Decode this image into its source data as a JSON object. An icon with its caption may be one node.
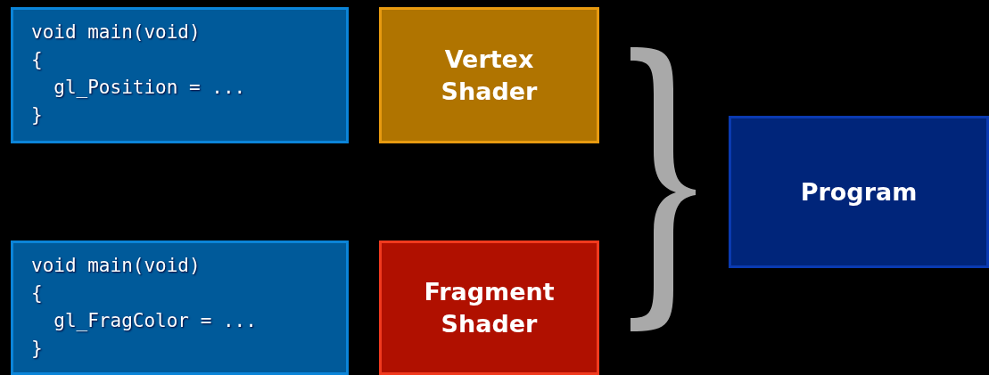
{
  "diagram": {
    "nodes": [
      {
        "text": [
          "void main(void)",
          "{",
          "  gl_Position = ...",
          "}"
        ]
      },
      {
        "text": [
          "Vertex Shader"
        ]
      },
      {
        "text": [
          "Program"
        ]
      },
      {
        "text": [
          "void main(void)",
          "{",
          "  gl_FragColor = ...",
          "}"
        ]
      },
      {
        "text": [
          "Fragment Shader"
        ]
      },
      {
        "text": [],
        "shape": "brace"
      }
    ]
  }
}
